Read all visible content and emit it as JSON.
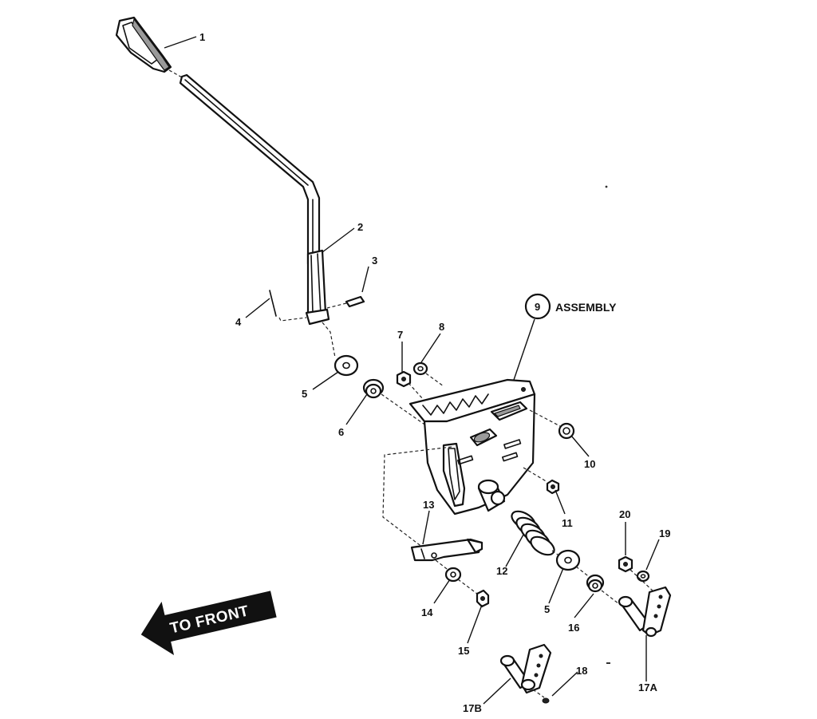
{
  "labels": {
    "l1": "1",
    "l2": "2",
    "l3": "3",
    "l4": "4",
    "l5a": "5",
    "l5b": "5",
    "l6": "6",
    "l7": "7",
    "l8": "8",
    "l9": "9",
    "l9_text": "ASSEMBLY",
    "l10": "10",
    "l11": "11",
    "l12": "12",
    "l13": "13",
    "l14": "14",
    "l15": "15",
    "l16": "16",
    "l17a": "17A",
    "l17b": "17B",
    "l18": "18",
    "l19": "19",
    "l20": "20"
  },
  "front_arrow": {
    "text": "TO FRONT"
  },
  "colors": {
    "ink": "#111111",
    "paper": "#ffffff",
    "shade": "#9a9a9a"
  }
}
